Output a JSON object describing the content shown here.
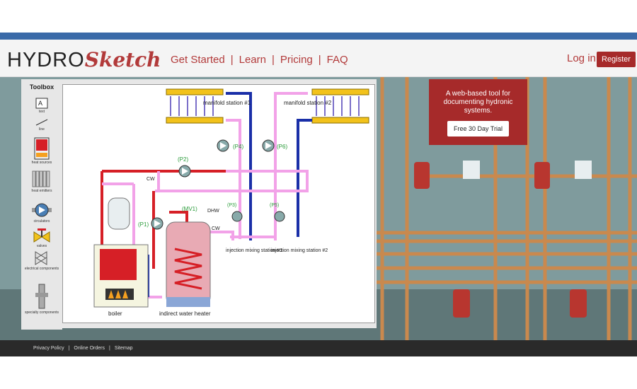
{
  "header": {
    "logo_hydro": "HYDRO",
    "logo_sketch": "Sketch",
    "nav": [
      "Get Started",
      "Learn",
      "Pricing",
      "FAQ"
    ],
    "login": "Log in",
    "register": "Register"
  },
  "toolbox": {
    "title": "Toolbox",
    "items": [
      "text",
      "line",
      "heat sources",
      "heat emitters",
      "circulators",
      "valves",
      "electrical components",
      "specialty components"
    ]
  },
  "diagram": {
    "labels": {
      "manifold1": "manifold station #1",
      "manifold2": "manifold station #2",
      "p2": "(P2)",
      "p4": "(P4)",
      "p6": "(P6)",
      "p1": "(P1)",
      "p3": "(P3)",
      "p5": "(P5)",
      "mv1": "(MV1)",
      "cw1": "CW",
      "cw2": "CW",
      "dhw": "DHW",
      "mix1": "injection mixing station #1",
      "mix2": "injection mixing station #2",
      "boiler": "boiler",
      "heater": "indirect water heater"
    }
  },
  "promo": {
    "text": "A web-based tool for documenting hydronic systems.",
    "button": "Free 30 Day Trial"
  },
  "footer": {
    "links": [
      "Privacy Policy",
      "Online Orders",
      "Sitemap"
    ]
  },
  "colors": {
    "accent": "#a62a2a",
    "topbar": "#3a6aa8",
    "hot_pipe": "#d61f26",
    "cold_pipe": "#1a2fa8",
    "mix_pipe": "#f2a2e8"
  }
}
